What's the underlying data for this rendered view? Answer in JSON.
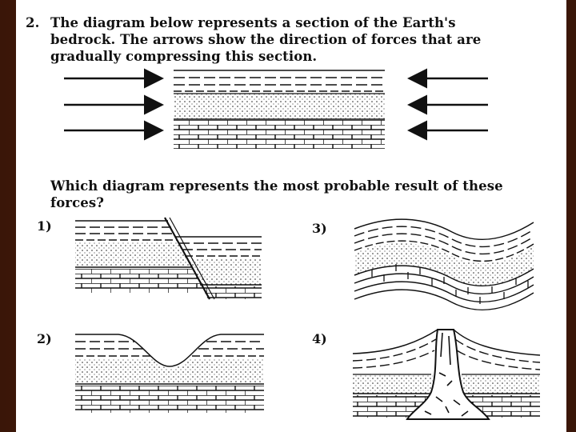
{
  "question": {
    "number": "2.",
    "stem_lines": [
      "The diagram below represents a section of the Earth's",
      "bedrock. The arrows show the direction of forces that are",
      "gradually compressing this section."
    ],
    "prompt_lines": [
      "Which diagram represents the most probable result of these",
      "forces?"
    ]
  },
  "options": [
    {
      "label": "1)",
      "depicts": "fault"
    },
    {
      "label": "2)",
      "depicts": "valley"
    },
    {
      "label": "3)",
      "depicts": "folded"
    },
    {
      "label": "4)",
      "depicts": "intrusion"
    }
  ],
  "colors": {
    "background": "#4a1f0c",
    "sheet": "#ffffff",
    "ink": "#111111"
  }
}
